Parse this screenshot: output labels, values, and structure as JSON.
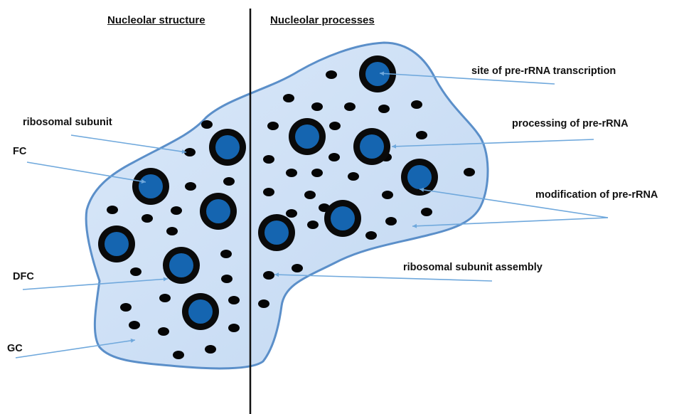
{
  "title": "",
  "headings": {
    "left": "Nucleolar structure",
    "right": "Nucleolar processes"
  },
  "labels": {
    "ribosomal_subunit": "ribosomal subunit",
    "fc": "FC",
    "dfc": "DFC",
    "gc": "GC",
    "transcription": "site of pre-rRNA transcription",
    "processing": "processing of pre-rRNA",
    "modification": "modification of pre-rRNA",
    "assembly": "ribosomal subunit assembly"
  },
  "colors": {
    "cell_fill": "#cfe1f7",
    "cell_stroke": "#5b8fc9",
    "fc_fill": "#1565b0",
    "ring": "#0a0a0a",
    "arrow": "#6fa8dc",
    "divider": "#111111"
  }
}
